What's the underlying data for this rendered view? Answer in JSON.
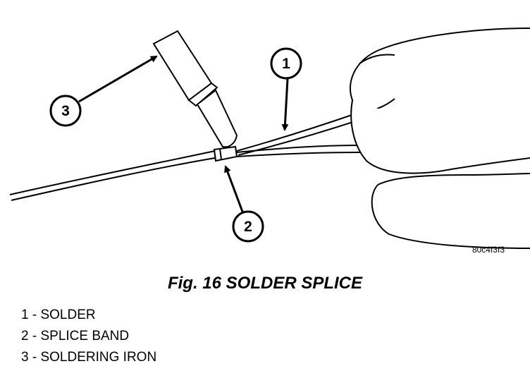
{
  "figure": {
    "code": "80c4f3f3",
    "caption": "Fig. 16 SOLDER SPLICE"
  },
  "callouts": [
    {
      "number": "1",
      "target": "solder"
    },
    {
      "number": "2",
      "target": "splice-band"
    },
    {
      "number": "3",
      "target": "soldering-iron"
    }
  ],
  "legend": [
    {
      "number": "1",
      "separator": " - ",
      "label": "SOLDER"
    },
    {
      "number": "2",
      "separator": " - ",
      "label": "SPLICE BAND"
    },
    {
      "number": "3",
      "separator": " - ",
      "label": "SOLDERING IRON"
    }
  ]
}
